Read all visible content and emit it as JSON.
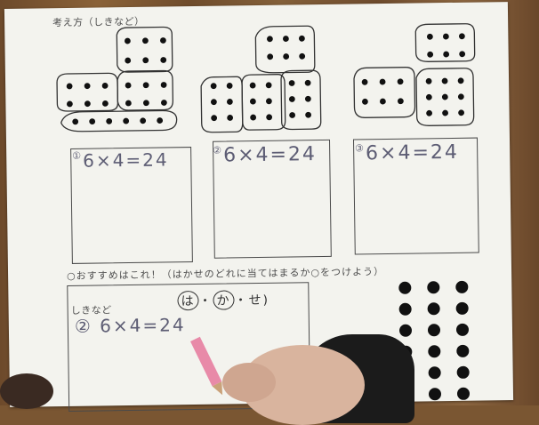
{
  "worksheet": {
    "header": "考え方（しきなど）",
    "panels": [
      {
        "number": "①",
        "expression": "6×4=24"
      },
      {
        "number": "②",
        "expression": "6×4=24"
      },
      {
        "number": "③",
        "expression": "6×4=24"
      }
    ],
    "instruction": "○おすすめはこれ！（はかせのどれに当てはまるか○をつけよう）",
    "answer_label": "しきなど",
    "choices": [
      "は",
      "か",
      "せ"
    ],
    "choice_separator": "・",
    "answer": "② 6×4=24"
  }
}
